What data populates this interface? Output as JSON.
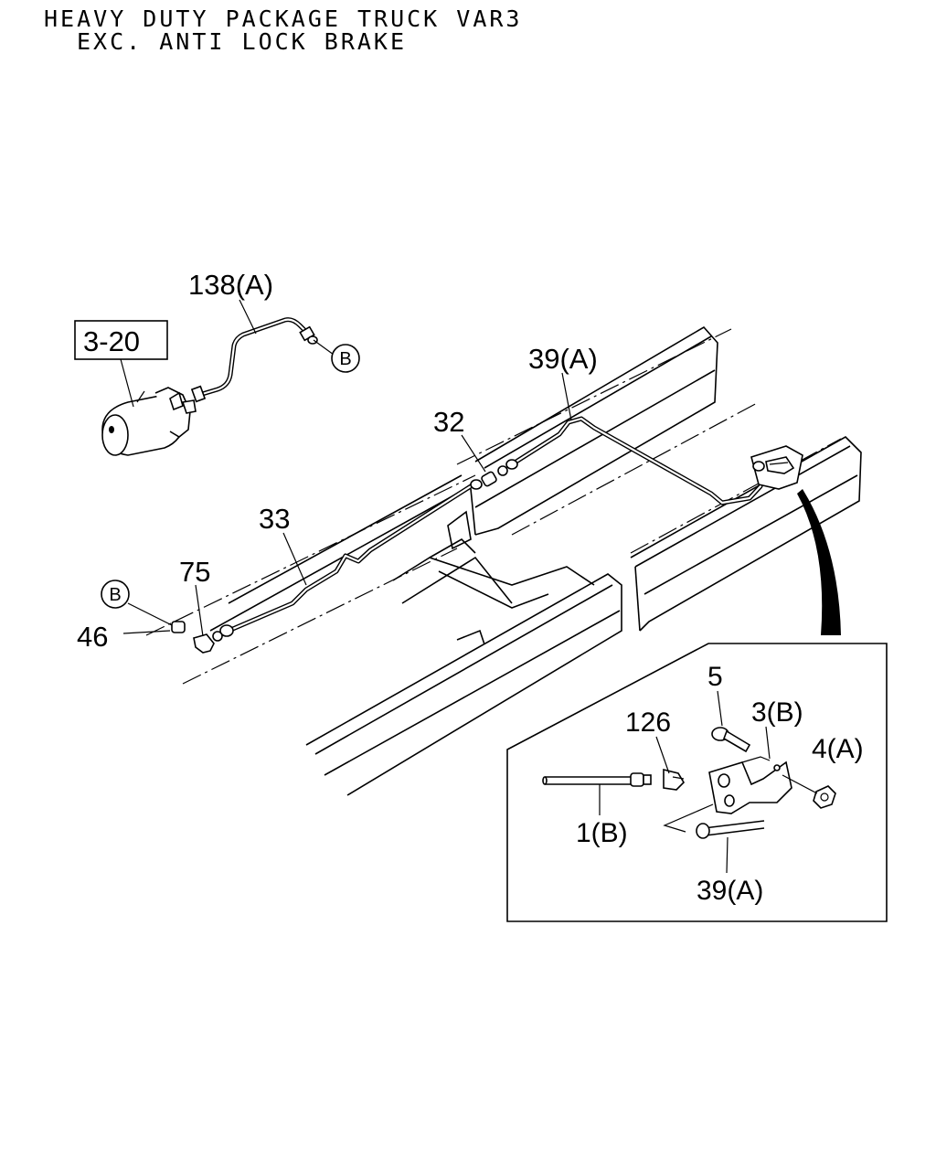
{
  "header": {
    "line1": "HEAVY DUTY PACKAGE TRUCK VAR3",
    "line2": "EXC. ANTI LOCK BRAKE"
  },
  "reference_box": {
    "label": "3-20"
  },
  "callouts": {
    "hose_138a": "138(A)",
    "connector_b": "B",
    "line_39a_main": "39(A)",
    "union_32": "32",
    "line_33": "33",
    "fitting_75": "75",
    "nut_46": "46",
    "bolt_5": "5",
    "bracket_3b": "3(B)",
    "clip_126": "126",
    "nut_4a": "4(A)",
    "cable_1b": "1(B)",
    "line_39a_detail": "39(A)"
  }
}
